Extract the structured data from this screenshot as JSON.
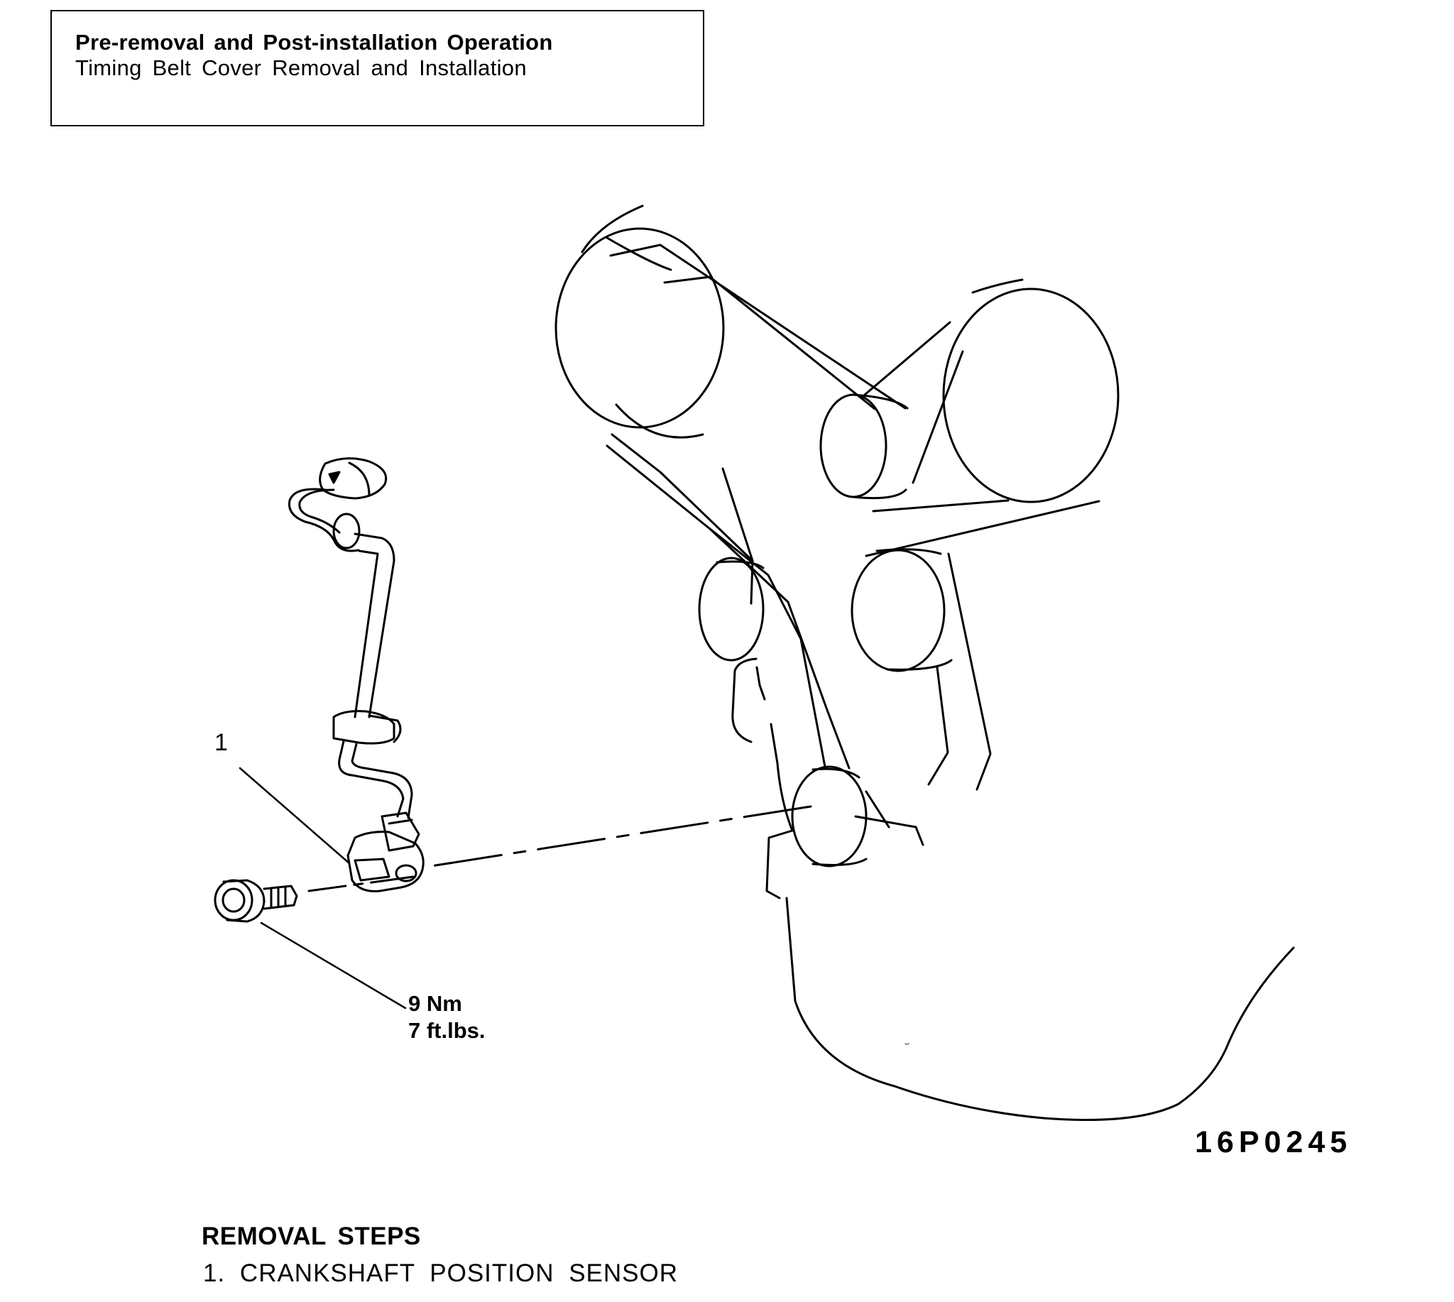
{
  "operation_box": {
    "title": "Pre-removal and Post-installation Operation",
    "subtitle": "Timing Belt Cover Removal and Installation"
  },
  "callout": {
    "number": "1"
  },
  "torque_spec": {
    "metric": "9 Nm",
    "imperial": "7 ft.lbs."
  },
  "figure_code": "16P0245",
  "removal": {
    "heading": "REMOVAL STEPS",
    "steps": [
      "1. CRANKSHAFT POSITION SENSOR"
    ]
  }
}
